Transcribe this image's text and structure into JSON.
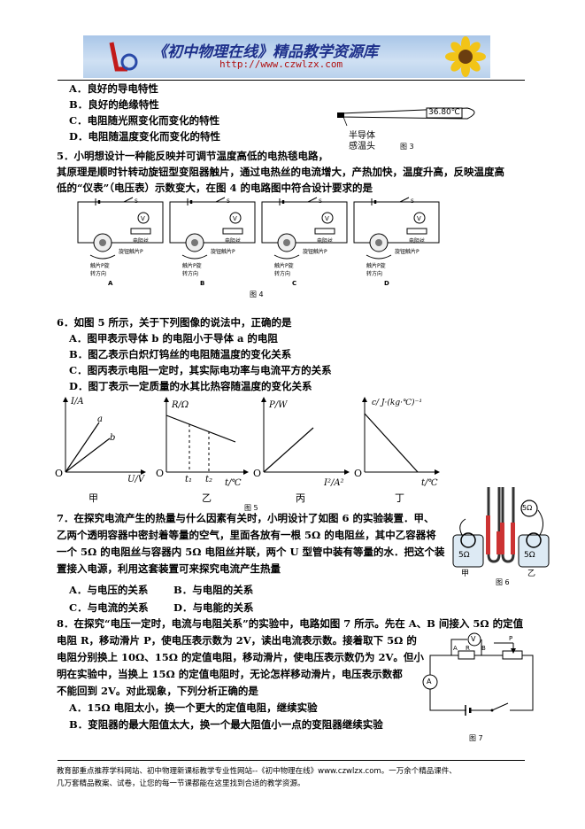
{
  "header": {
    "title": "《初中物理在线》精品教学资源库",
    "url": "http://www.czwlzx.com"
  },
  "q4": {
    "optA": "A．良好的导电特性",
    "optB": "B．良好的绝缘特性",
    "optC": "C．电阻随光照变化而变化的特性",
    "optD": "D．电阻随温度变化而变化的特性",
    "thermo_reading": "36.80℃",
    "thermo_label1": "半导体",
    "thermo_label2": "感温头",
    "fig": "图 3"
  },
  "q5": {
    "line1": "5．小明想设计一种能反映并可调节温度高低的电热毯电路，",
    "line2": "其原理是顺时针转动旋钮型变阻器触片，通过电热丝的电流增大，产热加快，温度升高，反映温度高",
    "line3": "低的“仪表”（电压表）示数变大，在图 4 的电路图中符合设计要求的是",
    "circuit_labels": {
      "s": "S",
      "v": "V",
      "wire": "电阻丝",
      "knob": "旋钮触片P",
      "dir1": "触片P旋",
      "dir2": "转方向"
    },
    "letters": [
      "A",
      "B",
      "C",
      "D"
    ],
    "fig": "图 4"
  },
  "q6": {
    "stem": "6．如图 5 所示，关于下列图像的说法中，正确的是",
    "optA": "A．图甲表示导体 b 的电阻小于导体 a 的电阻",
    "optB": "B．图乙表示白炽灯钨丝的电阻随温度的变化关系",
    "optC": "C．图丙表示电阻一定时，其实际电功率与电流平方的关系",
    "optD": "D．图丁表示一定质量的水其比热容随温度的变化关系",
    "graphs": [
      {
        "y": "I/A",
        "x": "U/V",
        "name": "甲",
        "a": "a",
        "b": "b"
      },
      {
        "y": "R/Ω",
        "x": "t/℃",
        "name": "乙",
        "t1": "t₁",
        "t2": "t₂"
      },
      {
        "y": "P/W",
        "x": "I²/A²",
        "name": "丙"
      },
      {
        "y": "c/ J·(kg·℃)⁻¹",
        "x": "t/℃",
        "name": "丁"
      }
    ],
    "origin": "O",
    "fig": "图 5"
  },
  "q7": {
    "line1": "7．在探究电流产生的热量与什么因素有关时，小明设计了如图 6 的实验装置．甲、",
    "line2": "乙两个透明容器中密封着等量的空气，里面各放有一根 5Ω 的电阻丝，其中乙容器将",
    "line3": "一个 5Ω 的电阻丝与容器内 5Ω 电阻丝并联，两个 U 型管中装有等量的水．把这个装",
    "line4": "置接入电源，利用这套装置可来探究电流产生热量",
    "optA": "A．与电压的关系",
    "optB": "B．与电阻的关系",
    "optC": "C．与电流的关系",
    "optD": "D．与电能的关系",
    "r1": "5Ω",
    "r2": "5Ω",
    "r3": "5Ω",
    "jia": "甲",
    "yi": "乙",
    "fig": "图 6"
  },
  "q8": {
    "line1": "8．在探究“电压一定时，电流与电阻关系”的实验中，电路如图 7 所示。先在 A、B 间接入 5Ω 的定值",
    "line2": "电阻 R，移动滑片 P，使电压表示数为 2V，读出电流表示数。接着取下 5Ω 的",
    "line3": "电阻分别换上 10Ω、15Ω 的定值电阻，移动滑片，使电压表示数仍为 2V。但小",
    "line4": "明在实验中，当换上 15Ω 的定值电阻时，无论怎样移动滑片，电压表示数都",
    "line5": "不能回到 2V。对此现象，下列分析正确的是",
    "optA": "A．15Ω 电阻太小，换一个更大的定值电阻，继续实验",
    "optB": "B．变阻器的最大阻值太大，换一个最大阻值小一点的变阻器继续实验",
    "v": "V",
    "a": "A",
    "ptA": "A",
    "ptB": "B",
    "r": "R",
    "p": "P",
    "fig": "图 7"
  },
  "footer": {
    "line1": "教育部重点推荐学科网站、初中物理新课标教学专业性网站--《初中物理在线》www.czwlzx.com。一万余个精品课件、",
    "line2": "几万套精品教案、试卷，让您的每一节课都能在这里找到合适的教学资源。"
  }
}
